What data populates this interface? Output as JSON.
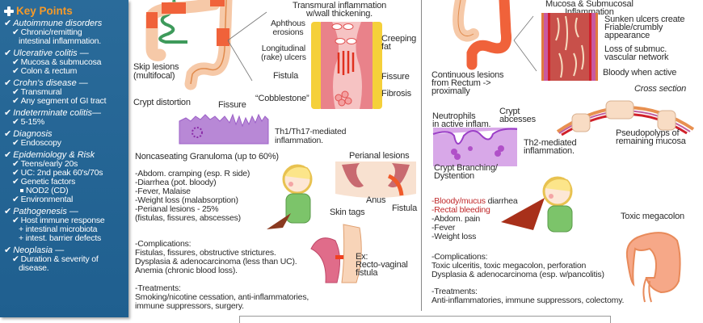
{
  "key_points": {
    "title": "Key Points",
    "groups": [
      {
        "head": "Autoimmune disorders",
        "items": [
          "Chronic/remitting",
          "intestinal inflammation."
        ]
      },
      {
        "head": "Ulcerative colitis —",
        "items": [
          "Mucosa & submucosa",
          "Colon & rectum"
        ]
      },
      {
        "head": "Crohn's disease —",
        "items": [
          "Transmural",
          "Any segment of GI tract"
        ]
      },
      {
        "head": "Indeterminate colitis—",
        "items": [
          "5-15%"
        ]
      },
      {
        "head": "Diagnosis",
        "items": [
          "Endoscopy"
        ]
      },
      {
        "head": "Epidemiology & Risk",
        "items": [
          "Teens/early 20s",
          "UC: 2nd peak 60's/70s",
          "Genetic factors",
          "NOD2 (CD)",
          "Environmental"
        ]
      },
      {
        "head": "Pathogenesis —",
        "items": [
          "Host immune response",
          "+ intestinal microbiota",
          "+ intest. barrier defects"
        ]
      },
      {
        "head": "Neoplasia —",
        "items": [
          "Duration & severity of",
          "disease."
        ]
      }
    ]
  },
  "crohns": {
    "skip_lesions": "Skip lesions\n(multifocal)",
    "transmural": "Transmural inflammation\nw/wall thickening.",
    "aphthous": "Aphthous\nerosions",
    "longitudinal": "Longitudinal\n(rake) ulcers",
    "fistula": "Fistula",
    "cobblestone": "“Cobblestone”",
    "creeping_fat": "Creeping\nfat",
    "fissure": "Fissure",
    "fibrosis": "Fibrosis",
    "crypt_distortion": "Crypt distortion",
    "fissure2": "Fissure",
    "th1": "Th1/Th17-mediated\ninflammation.",
    "granuloma": "Noncaseating Granuloma (up to 60%)",
    "perianal_title": "Perianal lesions",
    "anus": "Anus",
    "skin_tags": "Skin tags",
    "perianal_fistula": "Fistula",
    "recto_vaginal": "Ex:\nRecto-vaginal\nfistula",
    "symptoms": [
      "-Abdom. cramping (esp. R side)",
      "-Diarrhea (pot. bloody)",
      "-Fever, Malaise",
      "-Weight loss (malabsorption)",
      "-Perianal lesions - 25%",
      "(fistulas, fissures, abscesses)"
    ],
    "complications_label": "-Complications:",
    "complications": "Fistulas, fissures, obstructive strictures.\nDysplasia & adenocarcinoma (less than UC).\nAnemia (chronic blood loss).",
    "treatments_label": "-Treatments:",
    "treatments": "Smoking/nicotine cessation, anti-inflammatories,\nimmune suppressors, surgery."
  },
  "uc": {
    "mucosal_title": "Mucosa & Submucosal\nInflammation",
    "continuous": "Continuous lesions\nfrom Rectum ->\nproximally",
    "sunken": "Sunken ulcers create\nFriable/crumbly\nappearance",
    "loss": "Loss of submuc.\nvascular network",
    "bloody_active": "Bloody when active",
    "cross_section": "Cross section",
    "pseudopolyps": "Pseudopolyps of\nremaining mucosa",
    "neutrophils": "Neutrophils\nin active inflam.",
    "crypt_abscesses": "Crypt\nabcesses",
    "th2": "Th2-mediated\ninflammation.",
    "crypt_branching": "Crypt Branching/\nDystention",
    "symptom_red_1": "-Bloody/mucus",
    "symptom_red_1_tail": " diarrhea",
    "symptom_red_2": "-Rectal bleeding",
    "symptoms": [
      "-Abdom. pain",
      "-Fever",
      "-Weight loss"
    ],
    "complications_label": "-Complications:",
    "complications": "Toxic ulceritis, toxic megacolon, perforation\nDysplasia & adenocarcinoma (esp. w/pancolitis)",
    "treatments_label": "-Treatments:",
    "treatments": "Anti-inflammatories, immune suppressors, colectomy.",
    "toxic_megacolon": "Toxic megacolon"
  }
}
